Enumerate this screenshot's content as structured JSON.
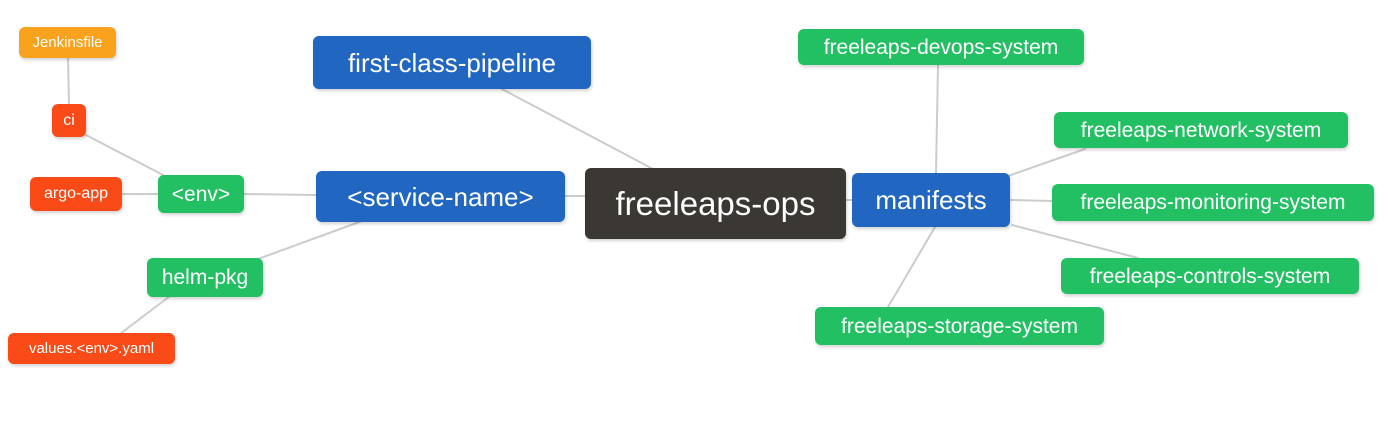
{
  "diagram": {
    "title": "freeleaps-ops mind map",
    "palette": {
      "root_dark": "#3b3733",
      "branch_blue": "#2166c0",
      "green": "#22c063",
      "red_orange": "#f94a17",
      "amber": "#f9a21d",
      "edge_gray": "#cccccc",
      "node_text": "#ffffff",
      "background": "#ffffff"
    },
    "nodes": [
      {
        "id": "jenkinsfile",
        "label": "Jenkinsfile",
        "color": "#f9a21d",
        "level": 4
      },
      {
        "id": "ci",
        "label": "ci",
        "color": "#f94a17",
        "level": 3
      },
      {
        "id": "argo-app",
        "label": "argo-app",
        "color": "#f94a17",
        "level": 3
      },
      {
        "id": "env",
        "label": "<env>",
        "color": "#22c063",
        "level": 2
      },
      {
        "id": "first-class-pipeline",
        "label": "first-class-pipeline",
        "color": "#2166c0",
        "level": 1
      },
      {
        "id": "service-name",
        "label": "<service-name>",
        "color": "#2166c0",
        "level": 1
      },
      {
        "id": "freeleaps-ops",
        "label": "freeleaps-ops",
        "color": "#3b3733",
        "level": 0
      },
      {
        "id": "manifests",
        "label": "manifests",
        "color": "#2166c0",
        "level": 1
      },
      {
        "id": "helm-pkg",
        "label": "helm-pkg",
        "color": "#22c063",
        "level": 2
      },
      {
        "id": "values-env-yaml",
        "label": "values.<env>.yaml",
        "color": "#f94a17",
        "level": 3
      },
      {
        "id": "freeleaps-devops-system",
        "label": "freeleaps-devops-system",
        "color": "#22c063",
        "level": 2
      },
      {
        "id": "freeleaps-network-system",
        "label": "freeleaps-network-system",
        "color": "#22c063",
        "level": 2
      },
      {
        "id": "freeleaps-monitoring-system",
        "label": "freeleaps-monitoring-system",
        "color": "#22c063",
        "level": 2
      },
      {
        "id": "freeleaps-controls-system",
        "label": "freeleaps-controls-system",
        "color": "#22c063",
        "level": 2
      },
      {
        "id": "freeleaps-storage-system",
        "label": "freeleaps-storage-system",
        "color": "#22c063",
        "level": 2
      }
    ],
    "edges": [
      {
        "from": "jenkinsfile",
        "to": "ci"
      },
      {
        "from": "ci",
        "to": "env"
      },
      {
        "from": "argo-app",
        "to": "env"
      },
      {
        "from": "env",
        "to": "service-name"
      },
      {
        "from": "service-name",
        "to": "helm-pkg"
      },
      {
        "from": "helm-pkg",
        "to": "values-env-yaml"
      },
      {
        "from": "first-class-pipeline",
        "to": "freeleaps-ops"
      },
      {
        "from": "service-name",
        "to": "freeleaps-ops"
      },
      {
        "from": "freeleaps-ops",
        "to": "manifests"
      },
      {
        "from": "manifests",
        "to": "freeleaps-devops-system"
      },
      {
        "from": "manifests",
        "to": "freeleaps-network-system"
      },
      {
        "from": "manifests",
        "to": "freeleaps-monitoring-system"
      },
      {
        "from": "manifests",
        "to": "freeleaps-controls-system"
      },
      {
        "from": "manifests",
        "to": "freeleaps-storage-system"
      }
    ]
  }
}
